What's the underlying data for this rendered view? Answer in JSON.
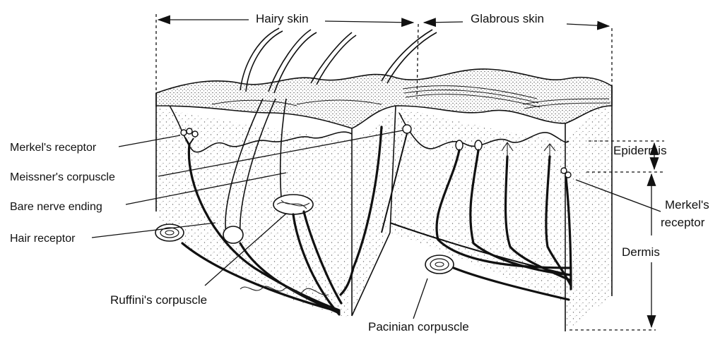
{
  "top_labels": {
    "hairy_skin": "Hairy skin",
    "glabrous_skin": "Glabrous skin"
  },
  "left_labels": {
    "merkels_receptor": "Merkel's receptor",
    "meissners_corpuscle": "Meissner's corpuscle",
    "bare_nerve_ending": "Bare nerve ending",
    "hair_receptor": "Hair receptor"
  },
  "bottom_labels": {
    "ruffinis_corpuscle": "Ruffini's corpuscle",
    "pacinian_corpuscle": "Pacinian corpuscle"
  },
  "right_labels": {
    "epidermis": "Epidermis",
    "merkels_receptor_line1": "Merkel's",
    "merkels_receptor_line2": "receptor",
    "dermis": "Dermis"
  },
  "colors": {
    "ink": "#111111",
    "stipple": "#6b6b6b",
    "background": "#ffffff"
  }
}
